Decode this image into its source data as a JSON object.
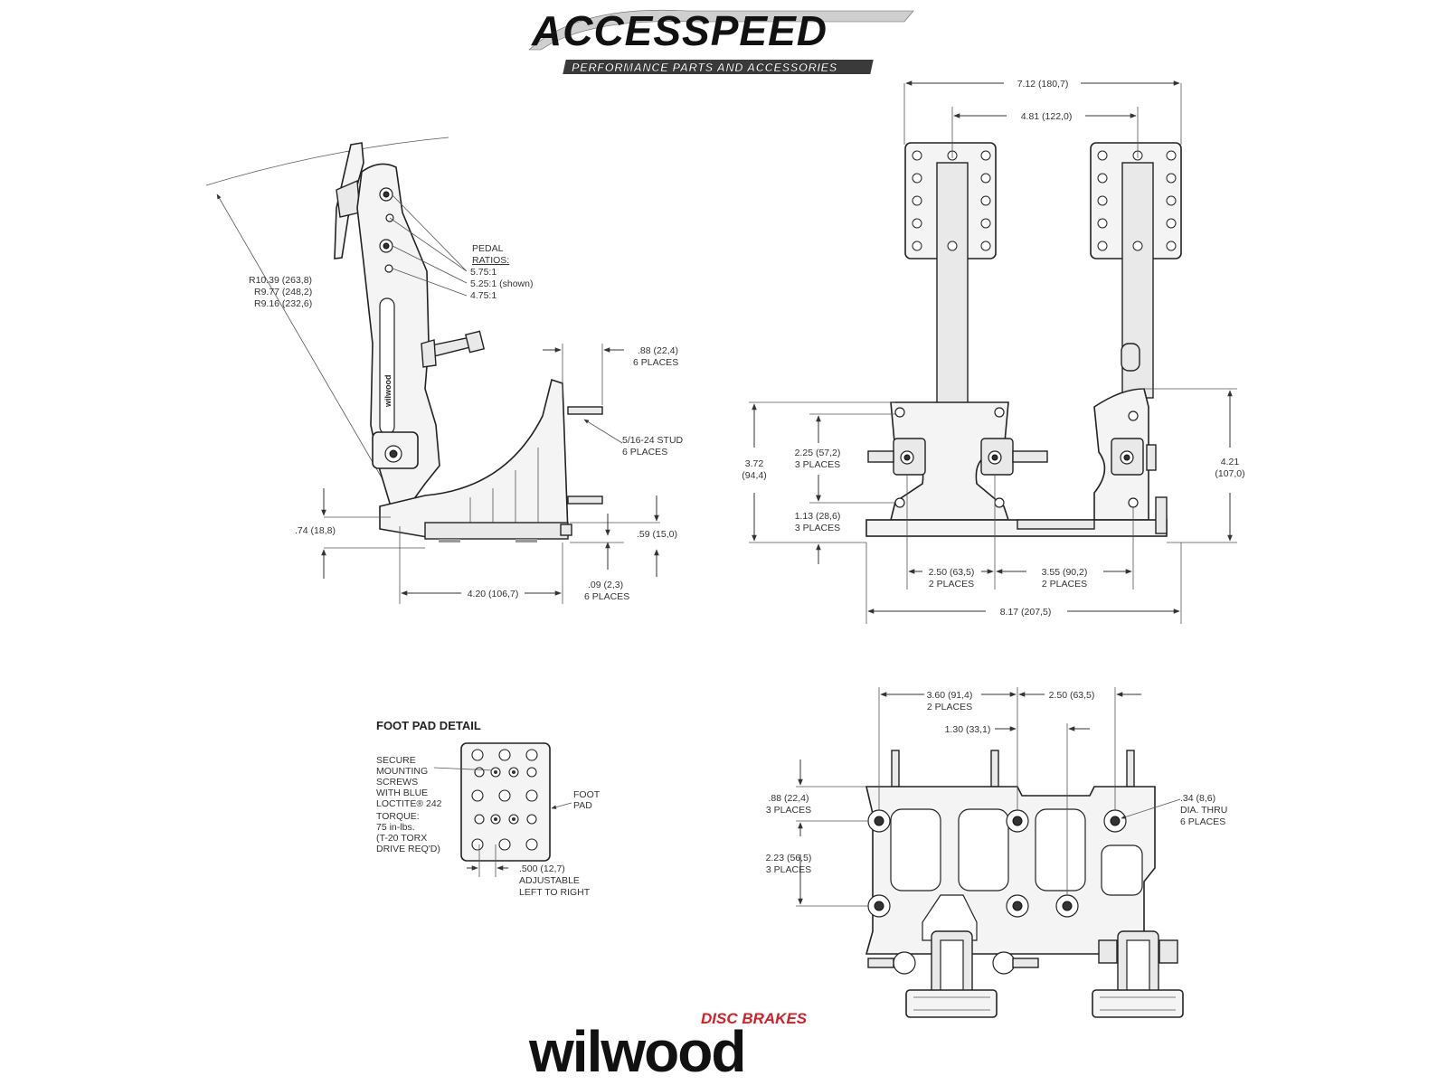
{
  "brand": {
    "top_logo": "ACCESSPEED",
    "top_tagline": "PERFORMANCE PARTS AND ACCESSORIES",
    "bottom_logo": "wilwood",
    "bottom_tagline": "DISC BRAKES"
  },
  "side_view": {
    "radius_1": "R10.39 (263,8)",
    "radius_2": "R9.77 (248,2)",
    "radius_3": "R9.16 (232,6)",
    "pedal_ratios_title_1": "PEDAL",
    "pedal_ratios_title_2": "RATIOS:",
    "ratio_1": "5.75:1",
    "ratio_2": "5.25:1 (shown)",
    "ratio_3": "4.75:1",
    "stud_len": ".88 (22,4)",
    "stud_len_places": "6 PLACES",
    "stud": "5/16-24 STUD",
    "stud_places": "6 PLACES",
    "pivot_height": ".74 (18,8)",
    "base_height": ".59 (15,0)",
    "base_len": "4.20 (106,7)",
    "shim": ".09 (2,3)",
    "shim_places": "6 PLACES",
    "pedal_marking": "wilwood"
  },
  "front_view": {
    "overall_width_top": "7.12 (180,7)",
    "pedal_spacing": "4.81 (122,0)",
    "height_left_1": "3.72",
    "height_left_2": "(94,4)",
    "hole_spacing": "2.25 (57,2)",
    "hole_spacing_places": "3 PLACES",
    "hole_height": "1.13 (28,6)",
    "hole_height_places": "3 PLACES",
    "height_right_1": "4.21",
    "height_right_2": "(107,0)",
    "spacing_a": "2.50 (63,5)",
    "spacing_a_places": "2 PLACES",
    "spacing_b": "3.55 (90,2)",
    "spacing_b_places": "2 PLACES",
    "overall_base": "8.17 (207,5)"
  },
  "foot_pad_detail": {
    "title": "FOOT PAD DETAIL",
    "note_1": "SECURE",
    "note_2": "MOUNTING",
    "note_3": "SCREWS",
    "note_4": "WITH BLUE",
    "note_5": "LOCTITE® 242",
    "note_6": "TORQUE:",
    "note_7": "75 in-lbs.",
    "note_8": "(T-20 TORX",
    "note_9": "DRIVE REQ'D)",
    "foot_1": "FOOT",
    "foot_2": "PAD",
    "adjust_1": ".500 (12,7)",
    "adjust_2": "ADJUSTABLE",
    "adjust_3": "LEFT TO RIGHT"
  },
  "bottom_view": {
    "dim_a": "3.60 (91,4)",
    "dim_a_places": "2 PLACES",
    "dim_b": "2.50 (63,5)",
    "dim_c": "1.30 (33,1)",
    "dim_d": ".88 (22,4)",
    "dim_d_places": "3 PLACES",
    "dim_e": "2.23 (56,5)",
    "dim_e_places": "3 PLACES",
    "hole_1": ".34 (8,6)",
    "hole_2": "DIA. THRU",
    "hole_3": "6 PLACES"
  }
}
